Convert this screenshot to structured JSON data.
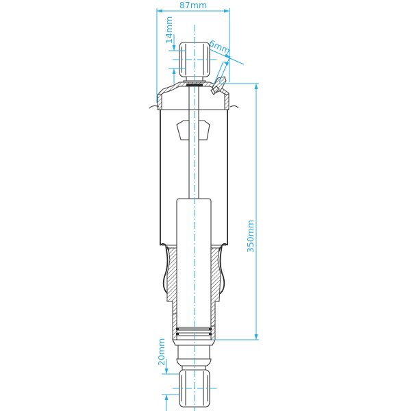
{
  "diagram": {
    "subject": "Air spring shock absorber (technical drawing)",
    "colors": {
      "dimension": "#29abe2",
      "outline": "#3a3a3a",
      "background": "#ffffff"
    },
    "dimensions": {
      "overall_width": "87mm",
      "top_eye_width": "14mm",
      "air_fitting": "6mm",
      "body_length": "350mm",
      "bottom_eye_width": "20mm"
    }
  }
}
